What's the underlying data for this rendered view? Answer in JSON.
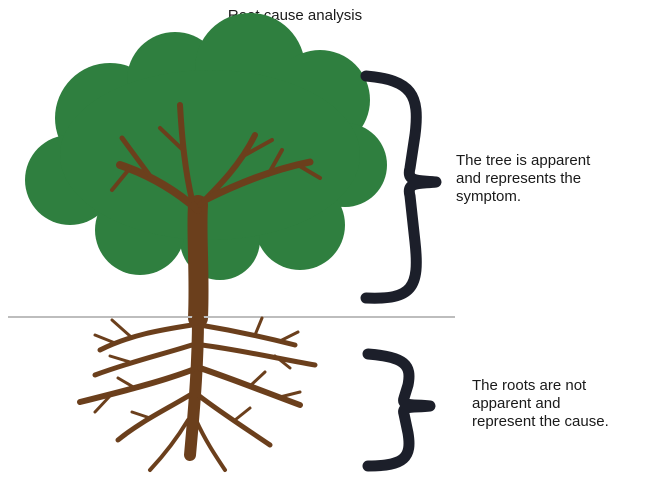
{
  "title": "Root cause analysis",
  "captions": {
    "tree": [
      "The tree is apparent",
      "and represents the",
      "symptom."
    ],
    "roots": [
      "The roots are not",
      "apparent and",
      "represent the cause."
    ]
  },
  "colors": {
    "canopy": "#2f7f3f",
    "trunk": "#6b3f1c",
    "ground_line": "#bdbdbd",
    "brace": "#1c1f2a"
  }
}
